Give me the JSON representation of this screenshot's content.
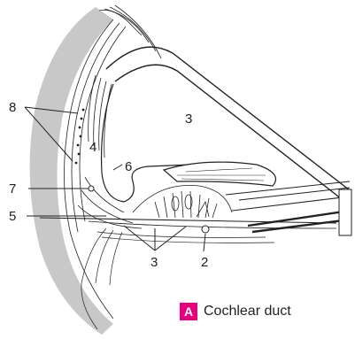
{
  "diagram": {
    "title": "Cochlear duct",
    "badge": "A",
    "labels": {
      "l2": "2",
      "l3_top": "3",
      "l3_bottom": "3",
      "l4": "4",
      "l5": "5",
      "l6": "6",
      "l7": "7",
      "l8": "8"
    }
  },
  "colors": {
    "bone": "#c8c8c8",
    "ink": "#222222",
    "accent": "#e5007e"
  }
}
